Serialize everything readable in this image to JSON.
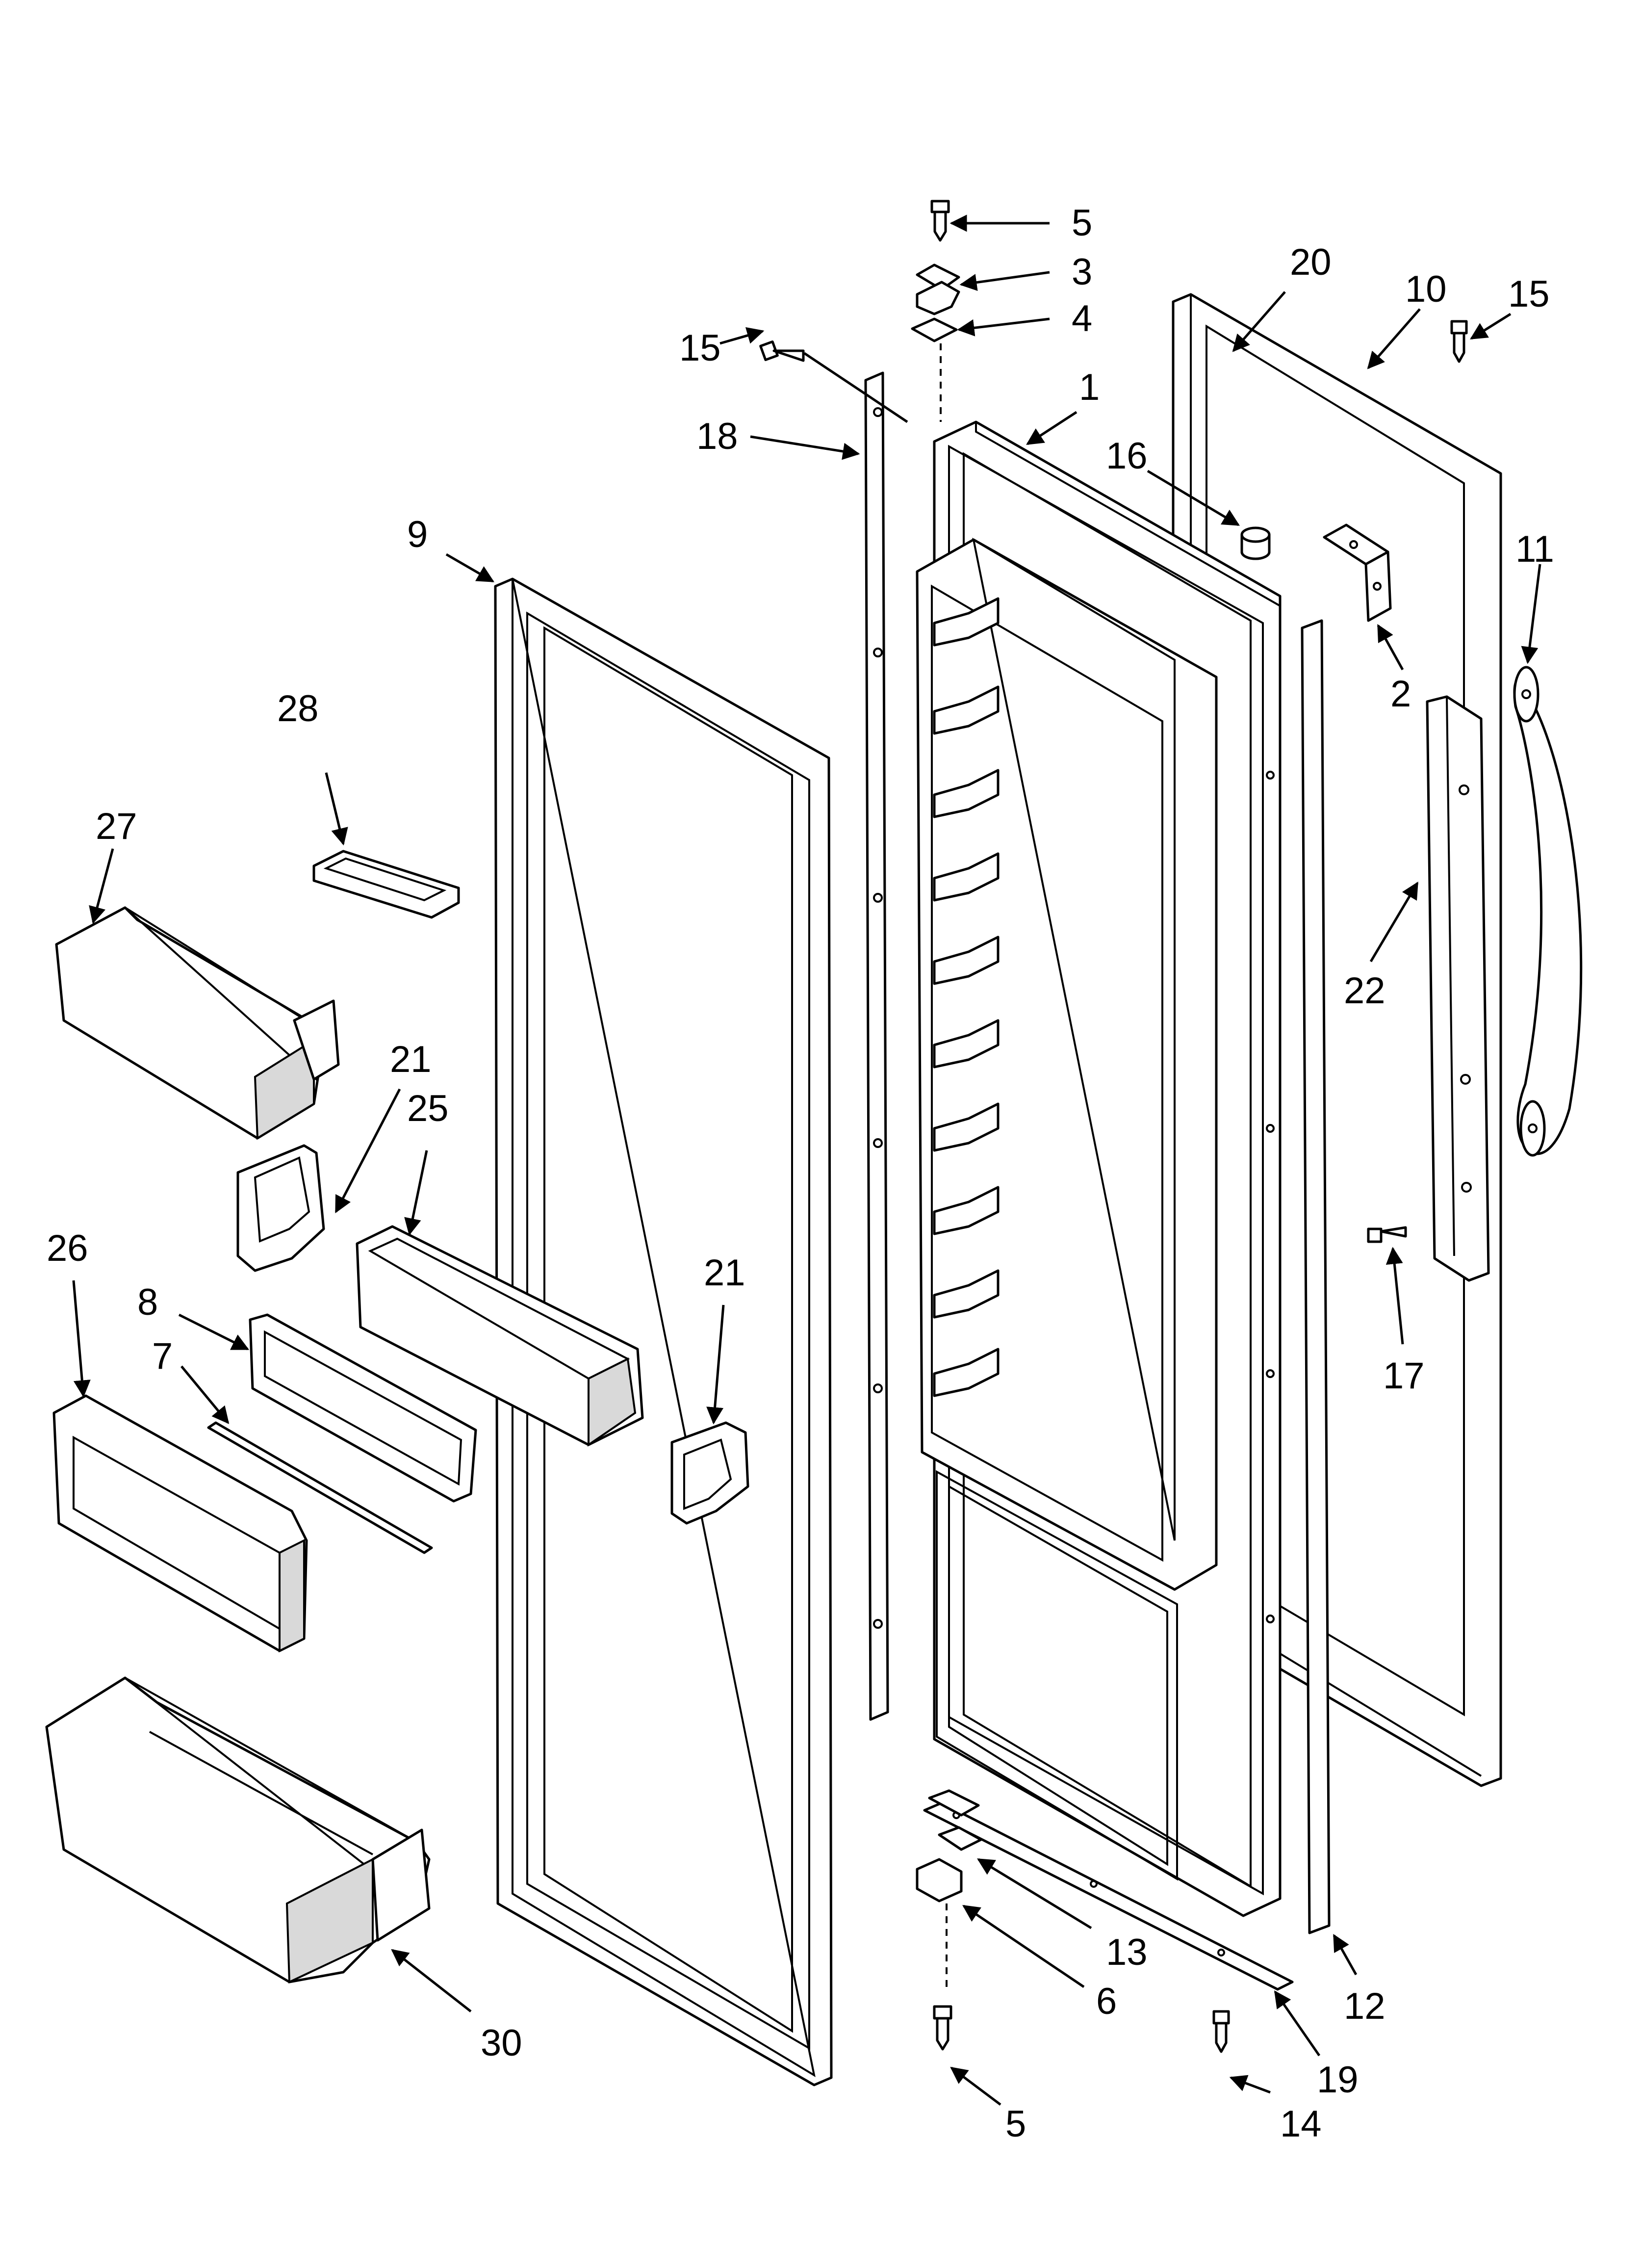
{
  "callouts": [
    {
      "id": "c5-top",
      "text": "5"
    },
    {
      "id": "c3",
      "text": "3"
    },
    {
      "id": "c4",
      "text": "4"
    },
    {
      "id": "c20",
      "text": "20"
    },
    {
      "id": "c10",
      "text": "10"
    },
    {
      "id": "c15-right",
      "text": "15"
    },
    {
      "id": "c15-left",
      "text": "15"
    },
    {
      "id": "c18",
      "text": "18"
    },
    {
      "id": "c1",
      "text": "1"
    },
    {
      "id": "c16",
      "text": "16"
    },
    {
      "id": "c11",
      "text": "11"
    },
    {
      "id": "c9",
      "text": "9"
    },
    {
      "id": "c2",
      "text": "2"
    },
    {
      "id": "c28",
      "text": "28"
    },
    {
      "id": "c27",
      "text": "27"
    },
    {
      "id": "c22",
      "text": "22"
    },
    {
      "id": "c21-left",
      "text": "21"
    },
    {
      "id": "c25",
      "text": "25"
    },
    {
      "id": "c26",
      "text": "26"
    },
    {
      "id": "c17",
      "text": "17"
    },
    {
      "id": "c21-right",
      "text": "21"
    },
    {
      "id": "c8",
      "text": "8"
    },
    {
      "id": "c7",
      "text": "7"
    },
    {
      "id": "c13",
      "text": "13"
    },
    {
      "id": "c6",
      "text": "6"
    },
    {
      "id": "c12",
      "text": "12"
    },
    {
      "id": "c30",
      "text": "30"
    },
    {
      "id": "c19",
      "text": "19"
    },
    {
      "id": "c5-bottom",
      "text": "5"
    },
    {
      "id": "c14",
      "text": "14"
    }
  ]
}
